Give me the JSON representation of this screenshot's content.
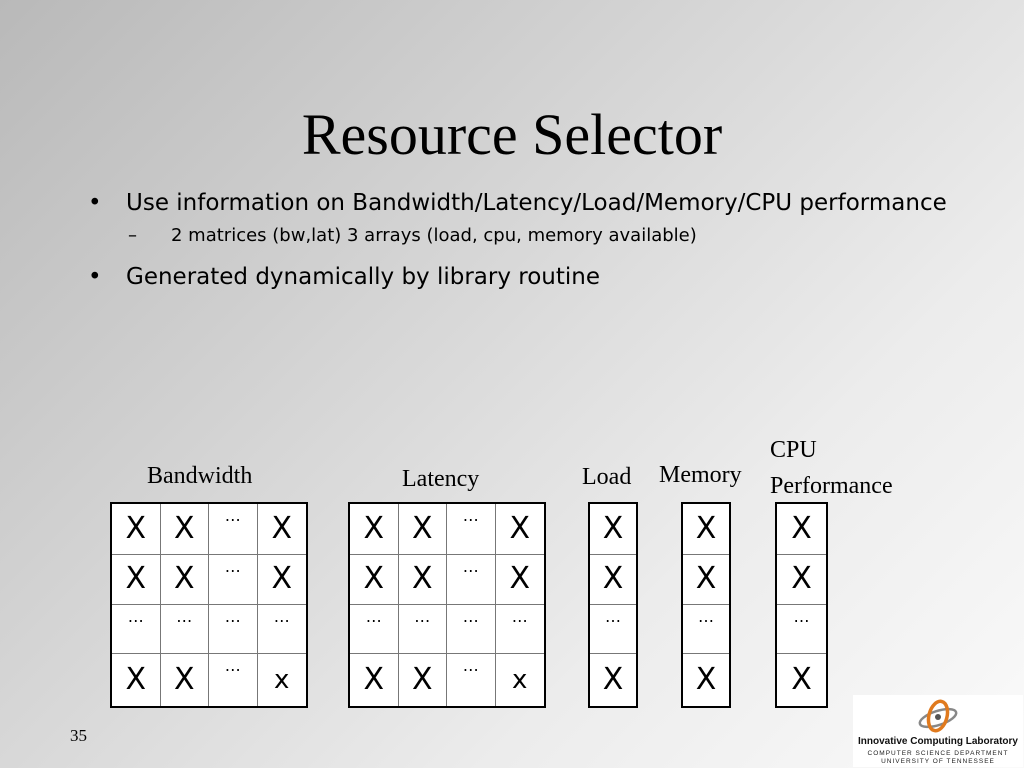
{
  "slide": {
    "title": "Resource Selector",
    "bullets": [
      {
        "text": "Use information on Bandwidth/Latency/Load/Memory/CPU performance",
        "level": 1
      },
      {
        "text": "2 matrices (bw,lat) 3 arrays (load, cpu, memory available)",
        "level": 2
      },
      {
        "text": "Generated dynamically by library routine",
        "level": 1
      }
    ],
    "bullet_symbol": "•",
    "dash_symbol": "–",
    "slide_number": "35"
  },
  "diagram": {
    "bandwidth": {
      "label": "Bandwidth",
      "rows": [
        [
          "X",
          "X",
          "…",
          "X"
        ],
        [
          "X",
          "X",
          "…",
          "X"
        ],
        [
          "…",
          "…",
          "…",
          "…"
        ],
        [
          "X",
          "X",
          "…",
          "x"
        ]
      ]
    },
    "latency": {
      "label": "Latency",
      "rows": [
        [
          "X",
          "X",
          "…",
          "X"
        ],
        [
          "X",
          "X",
          "…",
          "X"
        ],
        [
          "…",
          "…",
          "…",
          "…"
        ],
        [
          "X",
          "X",
          "…",
          "x"
        ]
      ]
    },
    "load": {
      "label": "Load",
      "rows": [
        [
          "X"
        ],
        [
          "X"
        ],
        [
          "…"
        ],
        [
          "X"
        ]
      ]
    },
    "memory": {
      "label": "Memory",
      "rows": [
        [
          "X"
        ],
        [
          "X"
        ],
        [
          "…"
        ],
        [
          "X"
        ]
      ]
    },
    "cpu": {
      "label_line1": "CPU",
      "label_line2": "Performance",
      "rows": [
        [
          "X"
        ],
        [
          "X"
        ],
        [
          "…"
        ],
        [
          "X"
        ]
      ]
    }
  },
  "logo": {
    "name": "Innovative Computing Laboratory",
    "line1": "COMPUTER SCIENCE DEPARTMENT",
    "line2": "UNIVERSITY OF TENNESSEE",
    "accent_color": "#e07a1e"
  }
}
